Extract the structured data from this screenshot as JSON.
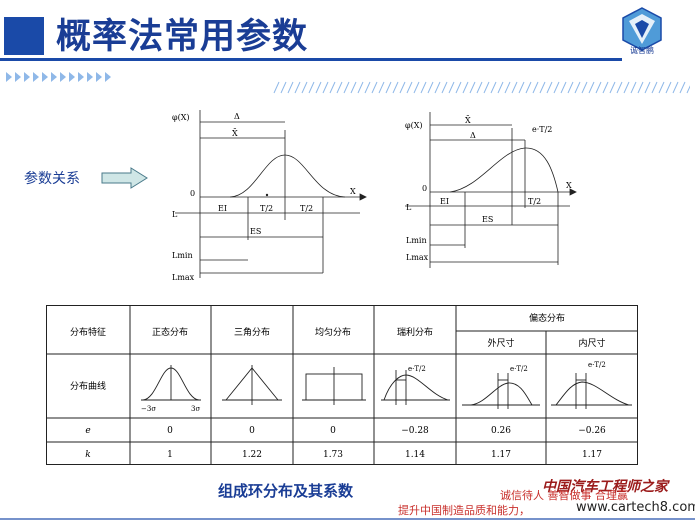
{
  "header": {
    "title": "概率法常用参数",
    "logo_text": "诚智鹏",
    "accent_color": "#1a3d95"
  },
  "side_label": "参数关系",
  "diagram_left": {
    "phi": "φ(X)",
    "delta": "Δ",
    "xbar": "X̄",
    "zero": "0",
    "x": "X",
    "l": "L",
    "ei": "EI",
    "t2a": "T/2",
    "t2b": "T/2",
    "es": "ES",
    "lmin": "Lmin",
    "lmax": "Lmax"
  },
  "diagram_right": {
    "phi": "φ(X)",
    "xbar": "X̄",
    "delta": "Δ",
    "eT": "e·T/2",
    "zero": "0",
    "x": "X",
    "l": "L",
    "ei": "EI",
    "t2": "T/2",
    "es": "ES",
    "lmin": "Lmin",
    "lmax": "Lmax"
  },
  "table": {
    "skew_header": "偏态分布",
    "headers": [
      "分布特征",
      "正态分布",
      "三角分布",
      "均匀分布",
      "瑞利分布",
      "外尺寸",
      "内尺寸"
    ],
    "row_curve_label": "分布曲线",
    "curve_labels": {
      "m3s": "−3σ",
      "p3s": "3σ",
      "eT1": "e·T/2",
      "eT2": "e·T/2",
      "eT3": "e·T/2"
    },
    "row_e": {
      "label": "e",
      "values": [
        "0",
        "0",
        "0",
        "−0.28",
        "0.26",
        "−0.26"
      ]
    },
    "row_k": {
      "label": "k",
      "values": [
        "1",
        "1.22",
        "1.73",
        "1.14",
        "1.17",
        "1.17"
      ]
    }
  },
  "footer": {
    "title": "组成环分布及其系数",
    "wm_brand": "中国汽车工程师之家",
    "wm_line1": "诚信待人 善智做事 合理赢",
    "wm_line2": "提升中国制造品质和能力，",
    "wm_site": "www.cartech8.com"
  }
}
